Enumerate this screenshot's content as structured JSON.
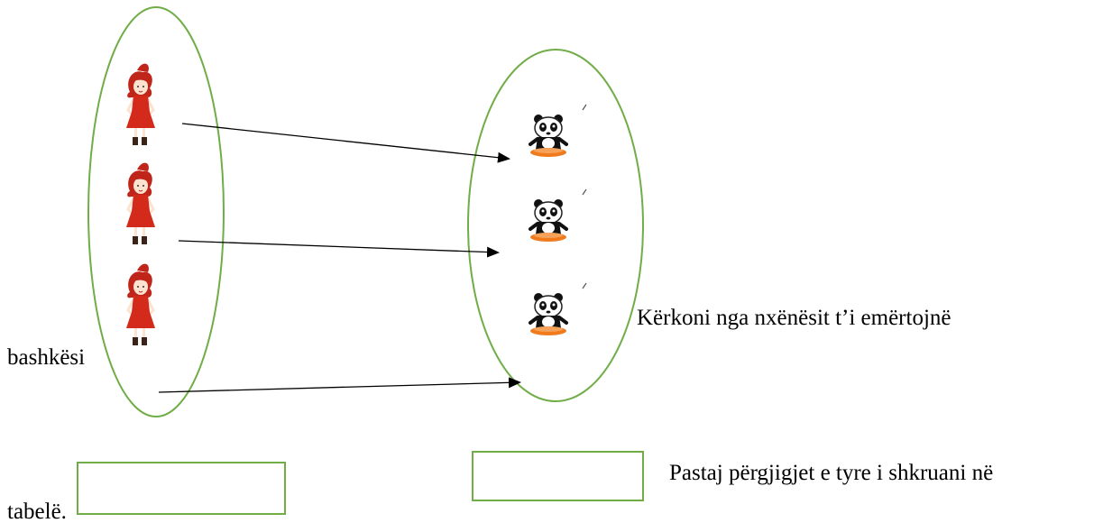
{
  "set_left": {
    "members": [
      {
        "figure": "girl-figure"
      },
      {
        "figure": "girl-figure"
      },
      {
        "figure": "girl-figure"
      }
    ]
  },
  "set_right": {
    "members": [
      {
        "figure": "panda-figure"
      },
      {
        "figure": "panda-figure"
      },
      {
        "figure": "panda-figure"
      }
    ]
  },
  "arrows": [
    {
      "from": 0,
      "to": 0
    },
    {
      "from": 1,
      "to": 1
    },
    {
      "from": 2,
      "to": 2
    }
  ],
  "colors": {
    "set_outline": "#70ad47",
    "girl_dress": "#d42a1c",
    "girl_hair": "#c0251a",
    "panda_base": "#f07a1e",
    "arrow": "#000000"
  },
  "text": {
    "instruction_part1": "Kërkoni nga nxënësit t’i emërtojnë",
    "instruction_part2": "bashkësi",
    "instruction_part3": "Pastaj përgjigjet e tyre i shkruani në",
    "instruction_part4": "tabelë."
  },
  "answer_boxes": [
    {
      "value": ""
    },
    {
      "value": ""
    }
  ]
}
